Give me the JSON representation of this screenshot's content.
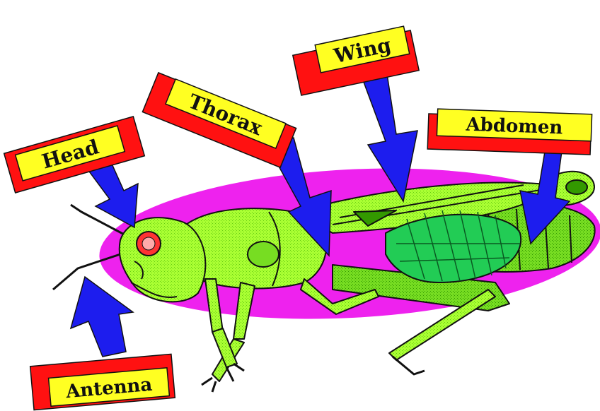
{
  "labels": {
    "head": "Head",
    "thorax": "Thorax",
    "wing": "Wing",
    "abdomen": "Abdomen",
    "antenna": "Antenna"
  },
  "colors": {
    "background": "#ffffff",
    "ellipse": "#ee22ee",
    "label_shadow": "#ff1111",
    "label_fill": "#ffff22",
    "arrow": "#1d1dee",
    "body_light": "#aaff33",
    "body_mid": "#77dd22",
    "body_dark": "#339900",
    "eye": "#ff3333",
    "outline": "#111111"
  }
}
